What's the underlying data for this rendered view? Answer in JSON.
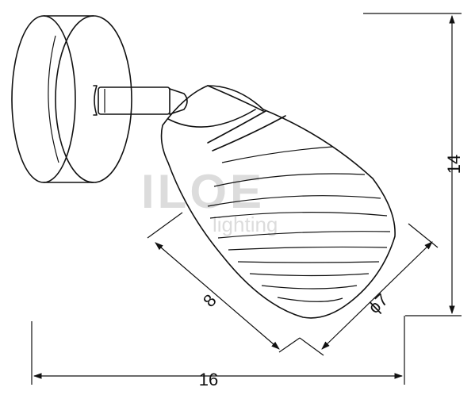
{
  "dimensions": {
    "height": "14",
    "width": "16",
    "shade_length": "8",
    "shade_diameter": "ϕ7"
  },
  "watermark": {
    "logo": "ILOE",
    "tagline": "lighting"
  }
}
